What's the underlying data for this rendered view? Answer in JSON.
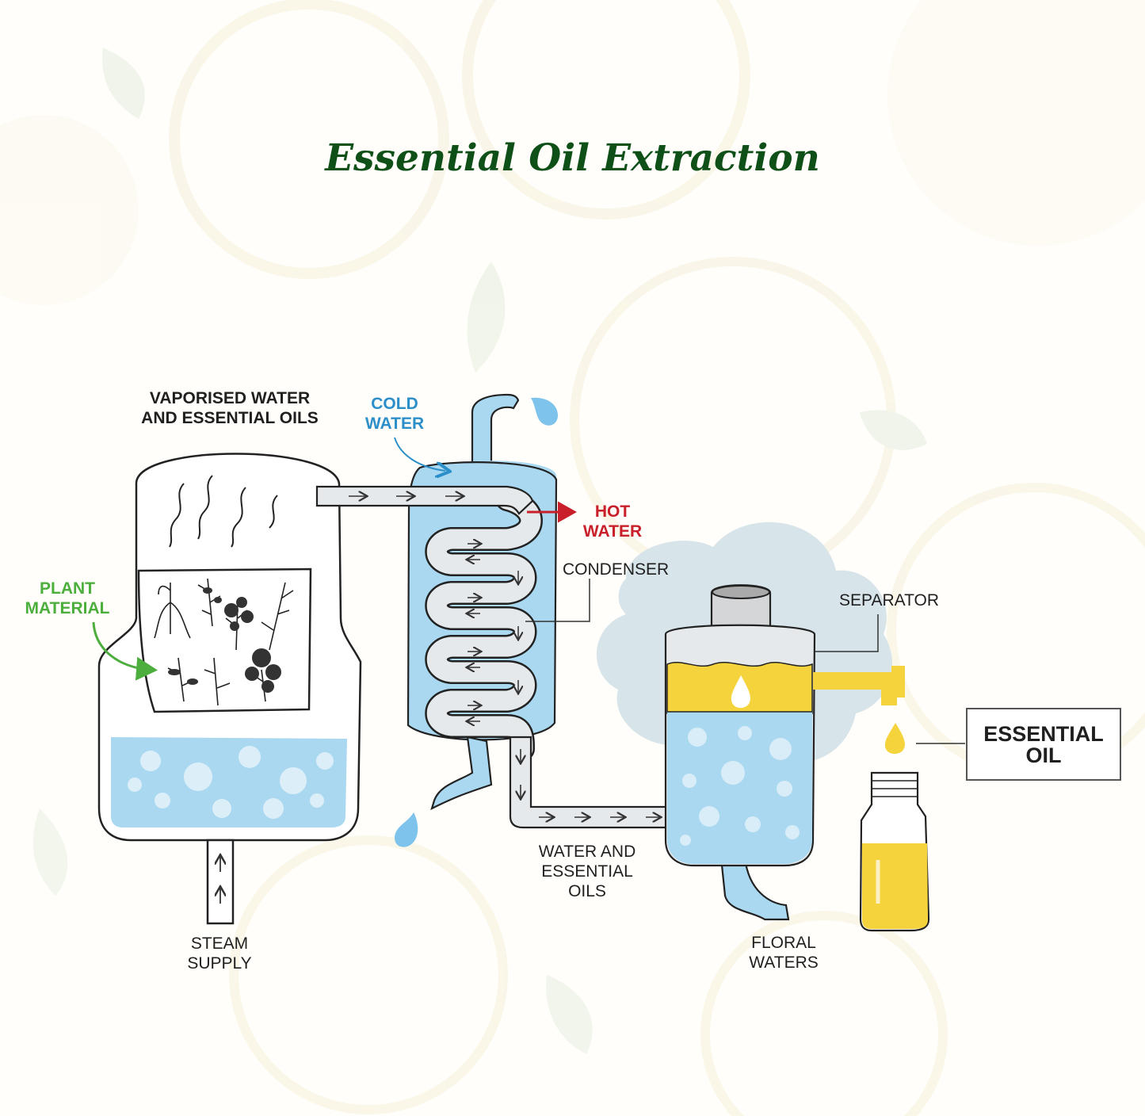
{
  "title": "Essential Oil Extraction",
  "labels": {
    "vaporised": [
      "VAPORISED WATER",
      "AND ESSENTIAL OILS"
    ],
    "cold_water": [
      "COLD",
      "WATER"
    ],
    "hot_water": [
      "HOT",
      "WATER"
    ],
    "condenser": "CONDENSER",
    "separator": "SEPARATOR",
    "plant_material": [
      "PLANT",
      "MATERIAL"
    ],
    "water_and_oils": [
      "WATER AND",
      "ESSENTIAL",
      "OILS"
    ],
    "steam_supply": [
      "STEAM",
      "SUPPLY"
    ],
    "floral_waters": [
      "FLORAL",
      "WATERS"
    ],
    "essential_oil": [
      "ESSENTIAL",
      "OIL"
    ]
  },
  "colors": {
    "title": "#0f5019",
    "water": "#a9d8f0",
    "water_accent": "#7dc3ec",
    "oil": "#f5d33c",
    "cold_label": "#2d8fc9",
    "hot_label": "#c81f2a",
    "plant_label": "#4cae3c",
    "pipe": "#e6e9eb"
  },
  "icons": [
    "plant-drawing-icon",
    "water-drop-icon",
    "oil-drop-icon",
    "flow-arrow-icon",
    "bottle-icon",
    "steam-wave-icon"
  ]
}
